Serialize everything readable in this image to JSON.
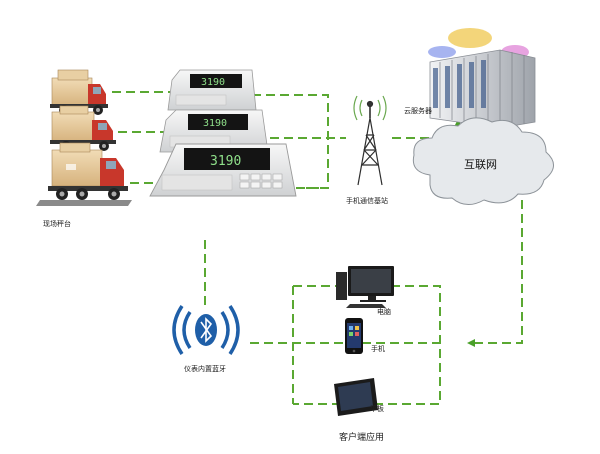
{
  "labels": {
    "scale_site": "现场秤台",
    "base_station": "手机通信基站",
    "cloud_server": "云服务器",
    "internet": "互联网",
    "bluetooth": "仪表内置蓝牙",
    "computer": "电脑",
    "phone": "手机",
    "tablet": "平板",
    "client": "客户端应用"
  },
  "indicator_readouts": [
    "3190",
    "3190",
    "3190"
  ],
  "colors": {
    "link_dash": "#5aa832",
    "arrow": "#4aa02a",
    "cloud_fill": "#e6e9ec",
    "bluetooth_blue": "#1f5fa8",
    "display_green": "#8fe08a"
  },
  "icons": [
    "truck-icon",
    "weighing-indicator-icon",
    "cell-tower-icon",
    "server-rack-icon",
    "cloud-icon",
    "bluetooth-icon",
    "desktop-computer-icon",
    "smartphone-icon",
    "tablet-icon"
  ]
}
